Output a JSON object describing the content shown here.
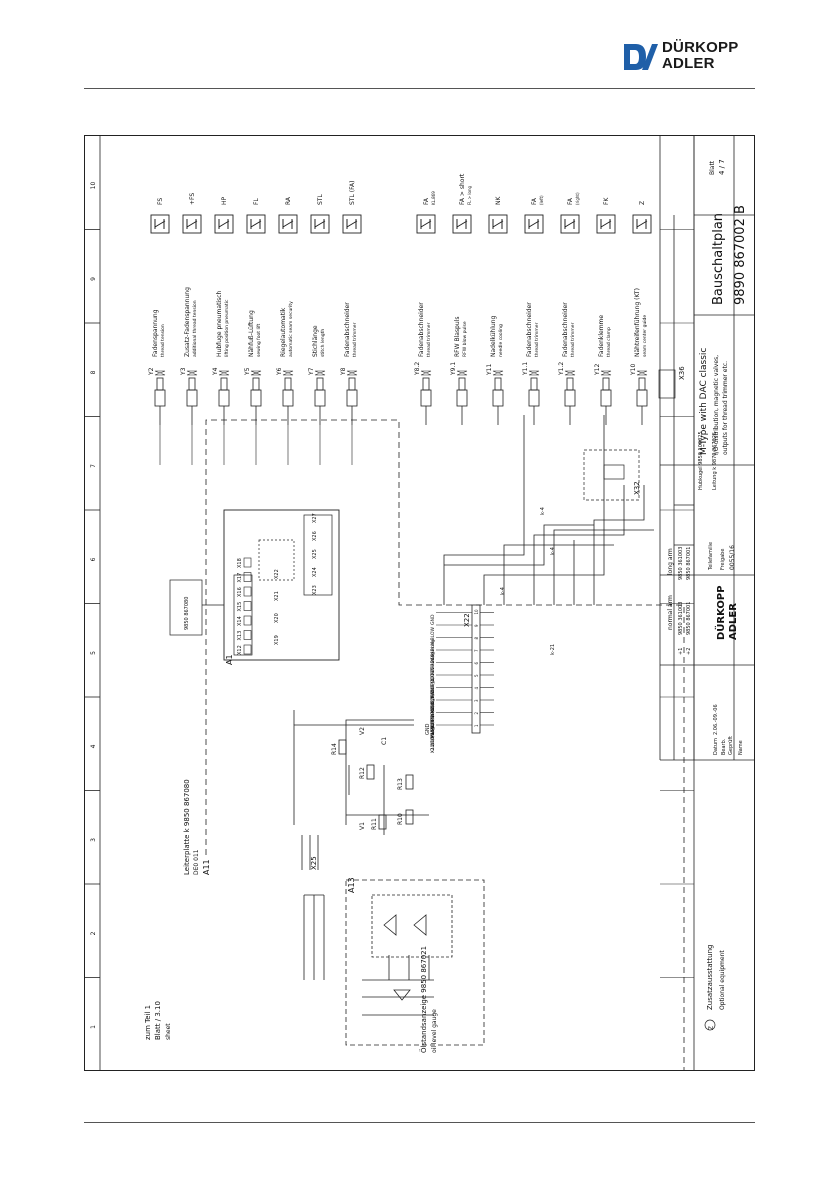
{
  "brand": {
    "line1": "DÜRKOPP",
    "line2": "ADLER"
  },
  "columns": [
    "1",
    "2",
    "3",
    "4",
    "5",
    "6",
    "7",
    "8",
    "9",
    "10"
  ],
  "side_plate": {
    "title": "Leiterplatte k 9850 867080",
    "sub": "DE0 011",
    "ref": "A11"
  },
  "left_ref": {
    "l1": "zum Teil 1",
    "l2": "Blatt / 3.10",
    "l3": "sheet"
  },
  "gauge": {
    "box": "A13",
    "title": "Ölstandsanzeige 9850 867021",
    "sub": "oil level gauge"
  },
  "components": {
    "x25": "X25",
    "r14": "R14",
    "r12": "R12",
    "r13": "R13",
    "r11": "R11",
    "r10": "R10",
    "v1": "V1",
    "v2": "V2",
    "c1": "C1",
    "gnd": "GND"
  },
  "x22_signals": [
    "-24V Umag",
    "X11/1/PWM6/TTR",
    "X11/5/PWM6/OUT-L",
    "X11/15/PWM7/OUT-FL",
    "X11/18/OUT_5/OUT-NC",
    "X11/8/PWM3/OUT-TCL",
    "-24V Umag",
    "-24V Umag",
    "X11/26/OUT_1/OUT-PDS/V-BLM-BLOW",
    "GND"
  ],
  "x22_label": "X22",
  "pcb": {
    "a1": "A1",
    "part": "9850 867080",
    "pins_top": [
      "X12",
      "X13",
      "X14",
      "X15",
      "X16",
      "X17",
      "X18"
    ],
    "pins_mid": [
      "X19",
      "X20",
      "X21",
      "X22"
    ],
    "pins_right": [
      "X23",
      "X24",
      "X25",
      "X26",
      "X27"
    ]
  },
  "valves_top": [
    {
      "ref": "Y2",
      "de": "Fadenspannung",
      "en": "thread tension",
      "sym": "FS"
    },
    {
      "ref": "Y3",
      "de": "Zusatz-Fadenspannung",
      "en": "additional thread tension",
      "sym": "+FS"
    },
    {
      "ref": "Y4",
      "de": "Hubfuge pneumatisch",
      "en": "lifting position pneumatic",
      "sym": "HP"
    },
    {
      "ref": "Y5",
      "de": "Nähfuß-Lüftung",
      "en": "sewing foot lift",
      "sym": "FL"
    },
    {
      "ref": "Y6",
      "de": "Riegelautomatik",
      "en": "automatic seam security",
      "sym": "RA"
    },
    {
      "ref": "Y7",
      "de": "Stichlänge",
      "en": "stitch length",
      "sym": "STL"
    },
    {
      "ref": "Y8",
      "de": "Fadenabschneider",
      "en": "thread trimmer",
      "sym": "STL (FA)"
    }
  ],
  "valves_bottom": [
    {
      "ref": "Y8.2",
      "de": "Fadenabschneider",
      "en": "thread trimmer",
      "sym": "FA",
      "note": "KL.869"
    },
    {
      "ref": "Y9.1",
      "de": "RFW Blaspuls",
      "en": "RFW blow pulse",
      "sym": "FA > short",
      "note": "FL > long"
    },
    {
      "ref": "Y11",
      "de": "Nadelkühlung",
      "en": "needle cooling",
      "sym": "NK"
    },
    {
      "ref": "Y1.1",
      "de": "Fadenabschneider",
      "en": "thread trimmer",
      "sym": "FA",
      "note": "(left)"
    },
    {
      "ref": "Y1.2",
      "de": "Fadenabschneider",
      "en": "thread trimmer",
      "sym": "FA",
      "note": "(right)"
    },
    {
      "ref": "Y12",
      "de": "Fadenklemme",
      "en": "thread clamp",
      "sym": "FK"
    },
    {
      "ref": "Y10",
      "de": "Nähtreifenführung (KT)",
      "en": "seam center guide",
      "sym": "Z"
    }
  ],
  "x_misc": {
    "x32": "X32",
    "x36": "X36",
    "hub": "Hubkugel 9850 100025",
    "leit": "Leitung k 9870 867025"
  },
  "legend": {
    "sym": "Z",
    "de": "Zusatzausstattung",
    "en": "Optional equipment"
  },
  "title_block": {
    "logo_l1": "DÜRKOPP",
    "logo_l2": "ADLER",
    "desc1": "M-Type with DAC classic",
    "desc2": "I/O-distribution, magnetic valves,",
    "desc3": "outputs for thread trimmer etc.",
    "kind": "Bauschaltplan",
    "number": "9890 867002 B",
    "sheet_label": "Blatt",
    "sheet_no": "4 / 7",
    "date_label": "Datum",
    "date": "2.06.-09.-06",
    "bearb": "Bearb.",
    "gepr": "Geprüft",
    "name": "Name",
    "teil": "Teilefamilie",
    "freigabe": "Freigabe",
    "freigabe_no": "0055/16",
    "normal": "normal arm",
    "long": "long arm",
    "rows": [
      [
        "+1",
        "9850 361003",
        "9850 361003"
      ],
      [
        "+2",
        "9850 867001",
        "9850 867001"
      ]
    ]
  }
}
